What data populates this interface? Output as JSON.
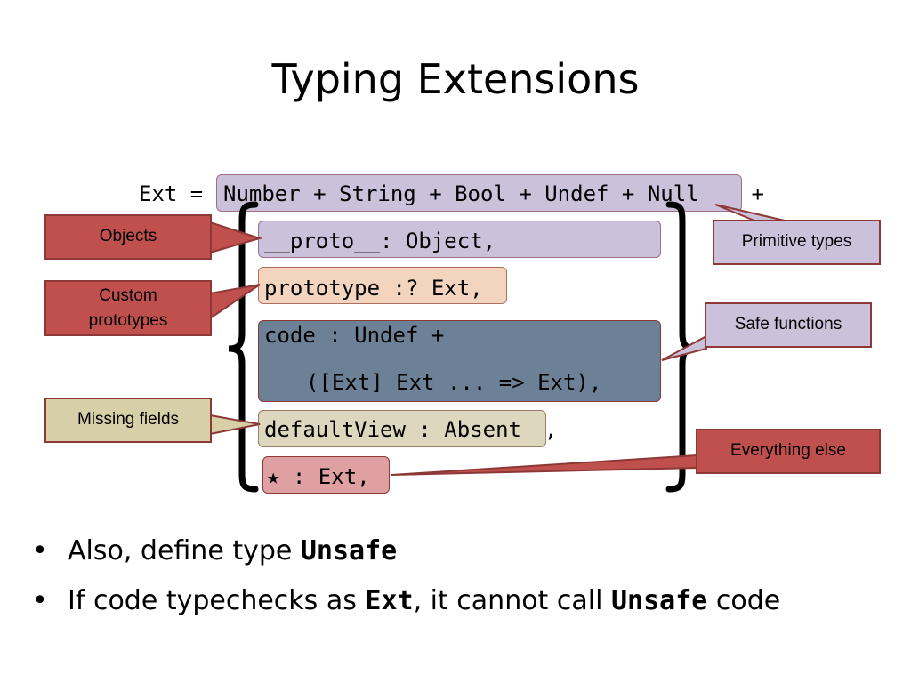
{
  "slide": {
    "title": "Typing Extensions",
    "code": {
      "ext_prefix": "Ext = ",
      "primitives": "Number + String + Bool + Undef + Null",
      "plus": " +",
      "proto_line": "__proto__: Object,",
      "prototype_line": "prototype :? Ext,",
      "code_line_1": "code : Undef +",
      "code_line_2": "([Ext] Ext ... => Ext),",
      "default_view_line": "defaultView : Absent",
      "comma": ",",
      "star_line": "★ : Ext,"
    },
    "callouts": {
      "objects": "Objects",
      "custom_prototypes_1": "Custom",
      "custom_prototypes_2": "prototypes",
      "missing_fields": "Missing fields",
      "primitive_types": "Primitive types",
      "safe_functions": "Safe functions",
      "everything_else": "Everything else"
    },
    "bullets": {
      "b1_text": "Also, define type ",
      "b1_kw": "Unsafe",
      "b2_text1": "If code typechecks as ",
      "b2_kw1": "Ext",
      "b2_text2": ", it cannot call ",
      "b2_kw2": "Unsafe",
      "b2_text3": " code"
    }
  },
  "colors": {
    "lavender": "#ccc1da",
    "peach": "#f3d4be",
    "slate": "#6d8196",
    "tan": "#ddd7bd",
    "pink": "#dea0a0",
    "red": "#c0504d",
    "border_red": "#8c3836"
  }
}
